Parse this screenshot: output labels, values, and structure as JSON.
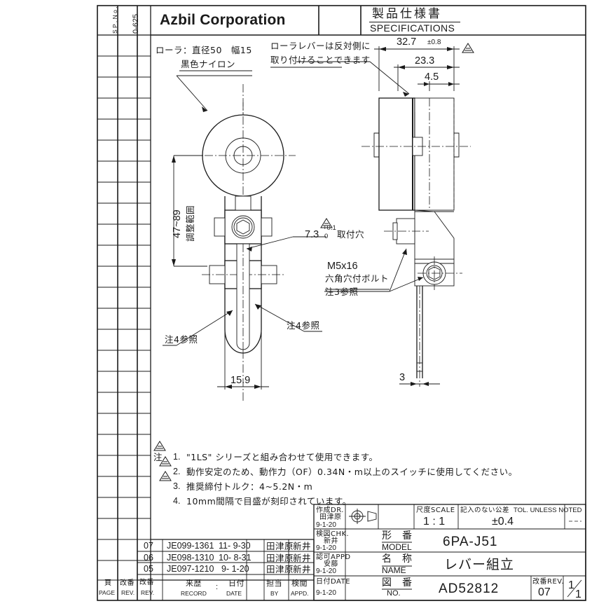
{
  "sheet": {
    "sp_no_label": "S P . N o .",
    "sp_no_value": "0-625",
    "company": "Azbil Corporation",
    "title_jp": "製品仕様書",
    "title_en": "SPECIFICATIONS"
  },
  "annotations": {
    "roller_note_line1": "ローラ：直径50　幅15",
    "roller_note_line2": "黒色ナイロン",
    "lever_note_line1": "ローラレバーは反対側に",
    "lever_note_line2": "取り付けることできます",
    "adjust_range_value": "47~89",
    "adjust_range_label": "調整範囲",
    "hole_dim": "7.3",
    "hole_tol_upper": "+0.1",
    "hole_tol_lower": "0",
    "hole_label": "取付穴",
    "bolt_line1": "M5x16",
    "bolt_line2": "六角穴付ボルト",
    "bolt_line3": "注3参照",
    "note4_left": "注4参照",
    "note4_right": "注4参照",
    "width_159": "15.9",
    "dim_327": "32.7",
    "dim_327_tol": "±0.8",
    "dim_233": "23.3",
    "dim_45": "4.5",
    "dim_3": "3"
  },
  "notes": {
    "header": "注",
    "items": [
      {
        "num": "1.",
        "text": "\"1LS\" シリーズと組み合わせて使用できます。",
        "warn": false
      },
      {
        "num": "2.",
        "text": "動作安定のため、動作力（OF）0.34N・m以上のスイッチに使用してください。",
        "warn": true
      },
      {
        "num": "3.",
        "text": "推奨締付トルク：4~5.2N・m",
        "warn": true
      },
      {
        "num": "4.",
        "text": "10mm間隔で目盛が刻印されています。",
        "warn": false
      }
    ]
  },
  "revision_table": {
    "headers": {
      "page_jp": "頁",
      "page_en": "PAGE",
      "rev_jp": "改番",
      "rev_en": "REV.",
      "rev2_jp": "改番",
      "rev2_en": "REV.",
      "record_jp": "来歴",
      "record_en": "RECORD",
      "date_jp": "日付",
      "date_en": "DATE",
      "by_jp": "担当",
      "by_en": "BY",
      "appd_jp": "検閲",
      "appd_en": "APPD.",
      "colon": ":"
    },
    "rows": [
      {
        "rev": "07",
        "record": "JE099-1361",
        "date": "11- 9-30",
        "by": "田津原",
        "appd": "新井"
      },
      {
        "rev": "06",
        "record": "JE098-1310",
        "date": "10- 8-31",
        "by": "田津原",
        "appd": "新井"
      },
      {
        "rev": "05",
        "record": "JE097-1210",
        "date": "9- 1-20",
        "by": "田津原",
        "appd": "新井"
      }
    ]
  },
  "title_block": {
    "drawn_jp": "作成DR.",
    "drawn_name": "田津原",
    "drawn_date": "9-1-20",
    "chk_jp": "検図CHK.",
    "chk_name": "新井",
    "chk_date": "9-1-20",
    "appd_jp": "認可APPD",
    "appd_name": "安藤",
    "appd_date": "9-1-20",
    "date_jp": "日付DATE",
    "date_value": "9-1-20",
    "scale_jp": "尺度SCALE",
    "scale_value": "1 : 1",
    "tol_jp": "記入のない公差",
    "tol_en": "TOL. UNLESS NOTED",
    "tol_value": "±0.4",
    "model_jp": "形　番",
    "model_en": "MODEL",
    "model_value": "6PA-J51",
    "name_jp": "名　称",
    "name_en": "NAME",
    "name_value": "レバー組立",
    "no_jp": "図　番",
    "no_en": "NO.",
    "no_value": "AD52812",
    "rev_jp": "改番REV.",
    "rev_value": "07",
    "page_num": "1",
    "page_den": "1"
  },
  "colors": {
    "line": "#1a1a1a",
    "paper": "#ffffff"
  }
}
